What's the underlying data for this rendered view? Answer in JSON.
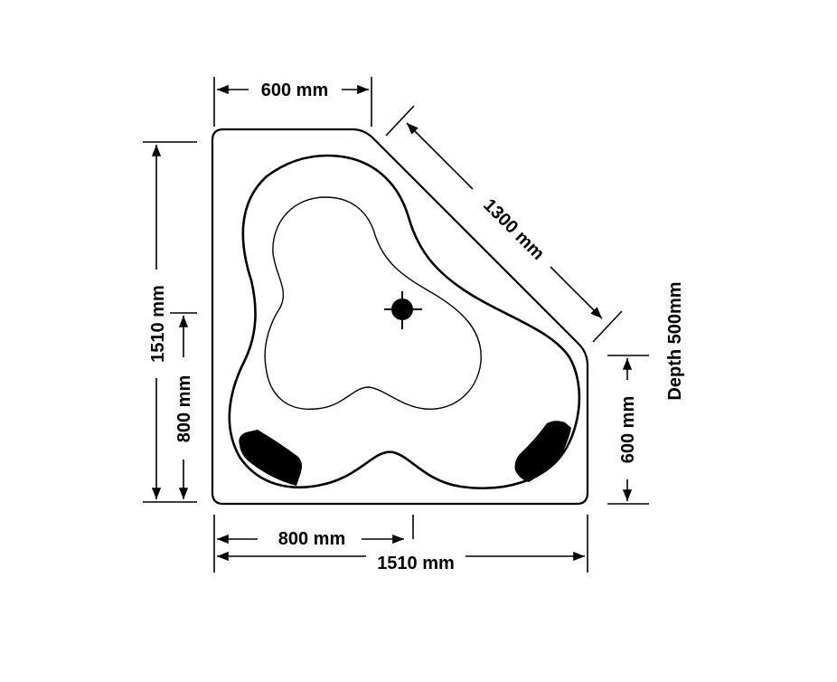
{
  "diagram": {
    "subject": "Corner bathtub plan view",
    "colors": {
      "stroke": "#000000",
      "background": "#ffffff"
    },
    "dimensions": {
      "top_width": "600 mm",
      "diagonal": "1300 mm",
      "left_height": "1510 mm",
      "left_sub_height": "800 mm",
      "right_height": "600 mm",
      "depth": "Depth 500mm",
      "bottom_sub_width": "800 mm",
      "bottom_width": "1510 mm"
    },
    "features": [
      "outer-rim",
      "bath-basin",
      "inner-floor",
      "drain",
      "headrest-left",
      "headrest-right"
    ]
  }
}
